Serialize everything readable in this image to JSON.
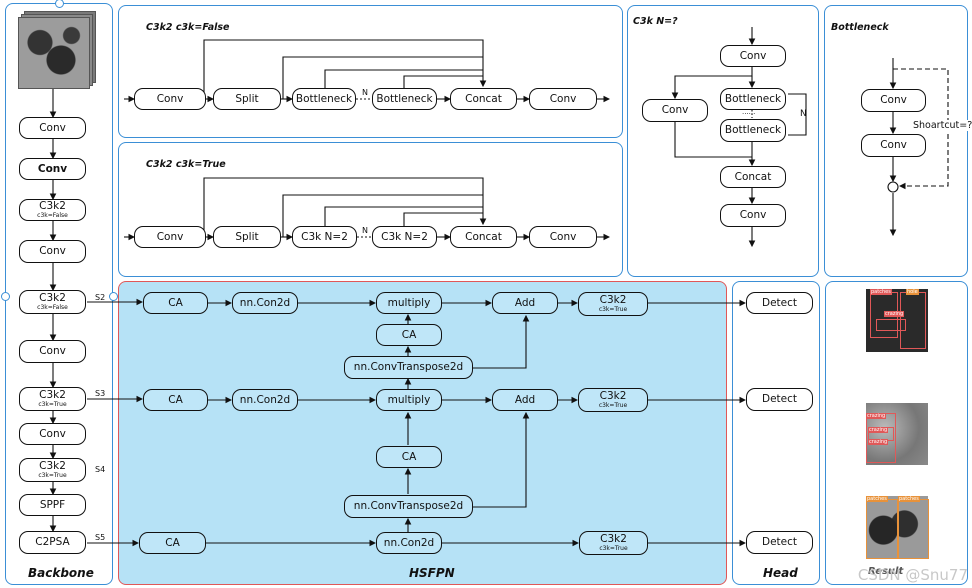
{
  "backbone": {
    "label": "Backbone",
    "nodes": [
      {
        "text": "Conv",
        "sub": ""
      },
      {
        "text": "Conv",
        "sub": ""
      },
      {
        "text": "C3k2",
        "sub": "c3k=False"
      },
      {
        "text": "Conv",
        "sub": ""
      },
      {
        "text": "C3k2",
        "sub": "c3k=False"
      },
      {
        "text": "Conv",
        "sub": ""
      },
      {
        "text": "C3k2",
        "sub": "c3k=True"
      },
      {
        "text": "Conv",
        "sub": ""
      },
      {
        "text": "C3k2",
        "sub": "c3k=True"
      },
      {
        "text": "SPPF",
        "sub": ""
      },
      {
        "text": "C2PSA",
        "sub": ""
      }
    ],
    "scale_labels": [
      "S2",
      "S3",
      "S4",
      "S5"
    ]
  },
  "c3k2_false": {
    "title": "C3k2  c3k=False",
    "nodes": [
      "Conv",
      "Split",
      "Bottleneck",
      "Bottleneck",
      "Concat",
      "Conv"
    ],
    "n_label": "N"
  },
  "c3k2_true": {
    "title": "C3k2  c3k=True",
    "nodes": [
      "Conv",
      "Split",
      "C3k  N=2",
      "C3k  N=2",
      "Concat",
      "Conv"
    ],
    "n_label": "N"
  },
  "c3k": {
    "title": "C3k N=?",
    "nodes": [
      "Conv",
      "Conv",
      "Bottleneck",
      "Bottleneck",
      "Concat",
      "Conv"
    ],
    "dots": "......",
    "n_label": "N"
  },
  "bottleneck": {
    "title": "Bottleneck",
    "nodes": [
      "Conv",
      "Conv"
    ],
    "shortcut_label": "Shoartcut=?"
  },
  "hsfpn": {
    "label": "HSFPN",
    "row1": {
      "ca": "CA",
      "conv": "nn.Con2d",
      "multiply": "multiply",
      "add": "Add",
      "c3k2": "C3k2",
      "c3k2_sub": "c3k=True"
    },
    "mid1": {
      "ca": "CA",
      "transpose": "nn.ConvTranspose2d"
    },
    "row2": {
      "ca": "CA",
      "conv": "nn.Con2d",
      "multiply": "multiply",
      "add": "Add",
      "c3k2": "C3k2",
      "c3k2_sub": "c3k=True"
    },
    "mid2": {
      "ca": "CA",
      "transpose": "nn.ConvTranspose2d"
    },
    "row3": {
      "ca": "CA",
      "conv": "nn.Con2d",
      "c3k2": "C3k2",
      "c3k2_sub": "c3k=True"
    }
  },
  "head": {
    "label": "Head",
    "nodes": [
      "Detect",
      "Detect",
      "Detect"
    ]
  },
  "result": {
    "label": "Result",
    "img1_tags": [
      "patches",
      "hole",
      "crazing"
    ],
    "img2_tags": [
      "crazing",
      "crazing",
      "crazing"
    ],
    "img3_tags": [
      "patches",
      "patches"
    ]
  },
  "watermark": "CSDN @Snu77",
  "colors": {
    "panel_border": "#3b8fd6",
    "hsfpn_fill": "#b6e2f6",
    "hsfpn_border": "#e05858",
    "node_blue": "#bfe6f8",
    "box_red": "#e05858",
    "box_orange": "#e8923a"
  }
}
